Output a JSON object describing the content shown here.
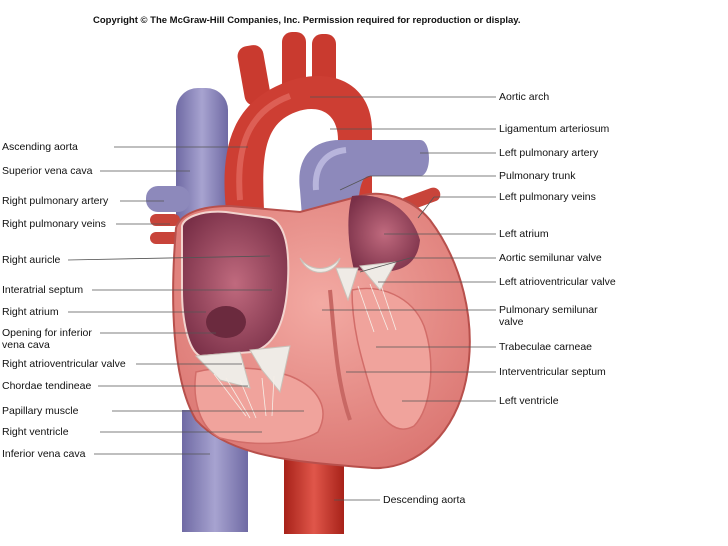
{
  "copyright": "Copyright © The McGraw-Hill Companies, Inc. Permission required for reproduction or display.",
  "labels_left": [
    "Ascending aorta",
    "Superior vena cava",
    "Right pulmonary artery",
    "Right pulmonary veins",
    "Right auricle",
    "Interatrial septum",
    "Right atrium",
    "Opening for inferior vena cava",
    "Right atrioventricular valve",
    "Chordae tendineae",
    "Papillary muscle",
    "Right ventricle",
    "Inferior vena cava"
  ],
  "labels_right": [
    "Aortic arch",
    "Ligamentum arteriosum",
    "Left pulmonary artery",
    "Pulmonary trunk",
    "Left pulmonary veins",
    "Left atrium",
    "Aortic semilunar valve",
    "Left atrioventricular valve",
    "Pulmonary semilunar valve",
    "Trabeculae carneae",
    "Interventricular septum",
    "Left ventricle"
  ],
  "label_bottom": "Descending aorta",
  "colors": {
    "artery": "#c8342a",
    "vein": "#8a86b8",
    "muscle": "#e7908c",
    "chamber": "#9c4a60",
    "valve": "#eeeae4"
  }
}
